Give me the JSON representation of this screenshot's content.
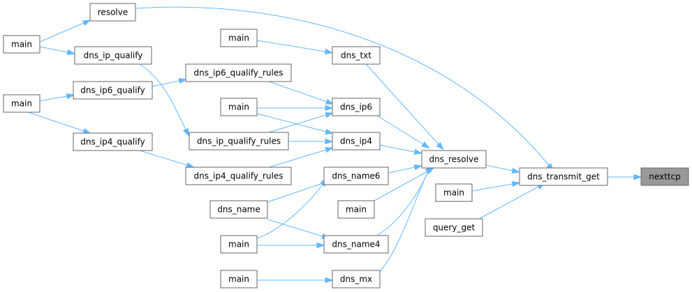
{
  "graph": {
    "nodes": [
      {
        "id": "resolve",
        "label": "resolve"
      },
      {
        "id": "main_r",
        "label": "main"
      },
      {
        "id": "dns_ip_qualify",
        "label": "dns_ip_qualify"
      },
      {
        "id": "main_a",
        "label": "main"
      },
      {
        "id": "dns_ip6_qualify",
        "label": "dns_ip6_qualify"
      },
      {
        "id": "dns_ip4_qualify",
        "label": "dns_ip4_qualify"
      },
      {
        "id": "main_txt",
        "label": "main"
      },
      {
        "id": "dns_txt",
        "label": "dns_txt"
      },
      {
        "id": "dns_ip6_qualify_rules",
        "label": "dns_ip6_qualify_rules"
      },
      {
        "id": "main_ip",
        "label": "main"
      },
      {
        "id": "dns_ip6",
        "label": "dns_ip6"
      },
      {
        "id": "dns_ip_qualify_rules",
        "label": "dns_ip_qualify_rules"
      },
      {
        "id": "dns_ip4",
        "label": "dns_ip4"
      },
      {
        "id": "dns_ip4_qualify_rules",
        "label": "dns_ip4_qualify_rules"
      },
      {
        "id": "dns_name6",
        "label": "dns_name6"
      },
      {
        "id": "dns_name",
        "label": "dns_name"
      },
      {
        "id": "main_n6",
        "label": "main"
      },
      {
        "id": "main_n",
        "label": "main"
      },
      {
        "id": "dns_name4",
        "label": "dns_name4"
      },
      {
        "id": "main_mx",
        "label": "main"
      },
      {
        "id": "dns_mx",
        "label": "dns_mx"
      },
      {
        "id": "dns_resolve",
        "label": "dns_resolve"
      },
      {
        "id": "main_t",
        "label": "main"
      },
      {
        "id": "query_get",
        "label": "query_get"
      },
      {
        "id": "dns_transmit_get",
        "label": "dns_transmit_get"
      },
      {
        "id": "nexttcp",
        "label": "nexttcp"
      }
    ],
    "edges": [
      {
        "from": "main_r",
        "to": "resolve"
      },
      {
        "from": "main_r",
        "to": "dns_ip_qualify"
      },
      {
        "from": "main_a",
        "to": "dns_ip6_qualify"
      },
      {
        "from": "main_a",
        "to": "dns_ip4_qualify"
      },
      {
        "from": "main_txt",
        "to": "dns_txt"
      },
      {
        "from": "dns_ip6_qualify",
        "to": "dns_ip6_qualify_rules"
      },
      {
        "from": "dns_ip_qualify",
        "to": "dns_ip_qualify_rules"
      },
      {
        "from": "dns_ip4_qualify",
        "to": "dns_ip4_qualify_rules"
      },
      {
        "from": "dns_ip6_qualify_rules",
        "to": "dns_ip6"
      },
      {
        "from": "main_ip",
        "to": "dns_ip6"
      },
      {
        "from": "main_ip",
        "to": "dns_ip4"
      },
      {
        "from": "dns_ip_qualify_rules",
        "to": "dns_ip6"
      },
      {
        "from": "dns_ip_qualify_rules",
        "to": "dns_ip4"
      },
      {
        "from": "dns_ip4_qualify_rules",
        "to": "dns_ip4"
      },
      {
        "from": "dns_name",
        "to": "dns_name6"
      },
      {
        "from": "dns_name",
        "to": "dns_name4"
      },
      {
        "from": "main_n",
        "to": "dns_name6"
      },
      {
        "from": "main_n",
        "to": "dns_name4"
      },
      {
        "from": "main_mx",
        "to": "dns_mx"
      },
      {
        "from": "dns_txt",
        "to": "dns_resolve"
      },
      {
        "from": "dns_ip6",
        "to": "dns_resolve"
      },
      {
        "from": "dns_ip4",
        "to": "dns_resolve"
      },
      {
        "from": "dns_name6",
        "to": "dns_resolve"
      },
      {
        "from": "main_n6",
        "to": "dns_resolve"
      },
      {
        "from": "dns_name4",
        "to": "dns_resolve"
      },
      {
        "from": "dns_mx",
        "to": "dns_resolve"
      },
      {
        "from": "dns_resolve",
        "to": "dns_transmit_get"
      },
      {
        "from": "resolve",
        "to": "dns_transmit_get"
      },
      {
        "from": "main_t",
        "to": "dns_transmit_get"
      },
      {
        "from": "query_get",
        "to": "dns_transmit_get"
      },
      {
        "from": "dns_transmit_get",
        "to": "nexttcp"
      }
    ]
  },
  "colors": {
    "edge": "#63b8ff",
    "node_border": "#666666",
    "highlight_fill": "#999999"
  }
}
